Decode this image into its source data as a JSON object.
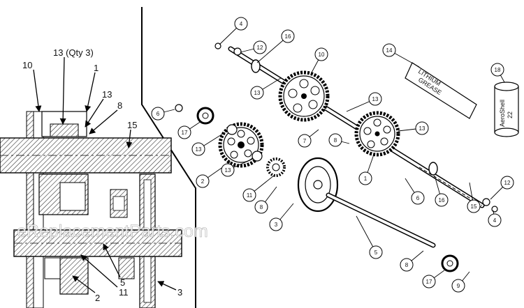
{
  "watermark": "eReplacementParts.com",
  "section_view": {
    "callouts": [
      {
        "id": "cv-10",
        "text": "10"
      },
      {
        "id": "cv-13q",
        "text": "13 (Qty 3)"
      },
      {
        "id": "cv-1",
        "text": "1"
      },
      {
        "id": "cv-13",
        "text": "13"
      },
      {
        "id": "cv-8",
        "text": "8"
      },
      {
        "id": "cv-15",
        "text": "15"
      },
      {
        "id": "cv-5",
        "text": "5"
      },
      {
        "id": "cv-11",
        "text": "11"
      },
      {
        "id": "cv-2",
        "text": "2"
      },
      {
        "id": "cv-3",
        "text": "3"
      }
    ]
  },
  "exploded_view": {
    "bubbles": [
      {
        "id": "b4a",
        "text": "4"
      },
      {
        "id": "b12a",
        "text": "12"
      },
      {
        "id": "b16a",
        "text": "16"
      },
      {
        "id": "b10",
        "text": "10"
      },
      {
        "id": "b14",
        "text": "14"
      },
      {
        "id": "b18",
        "text": "18"
      },
      {
        "id": "b13a",
        "text": "13"
      },
      {
        "id": "b13b",
        "text": "13"
      },
      {
        "id": "b6a",
        "text": "6"
      },
      {
        "id": "b17a",
        "text": "17"
      },
      {
        "id": "b13c",
        "text": "13"
      },
      {
        "id": "b7",
        "text": "7"
      },
      {
        "id": "b8a",
        "text": "8"
      },
      {
        "id": "b13d",
        "text": "13"
      },
      {
        "id": "b2",
        "text": "2"
      },
      {
        "id": "b13e",
        "text": "13"
      },
      {
        "id": "b11",
        "text": "11"
      },
      {
        "id": "b8b",
        "text": "8"
      },
      {
        "id": "b1",
        "text": "1"
      },
      {
        "id": "b6b",
        "text": "6"
      },
      {
        "id": "b16b",
        "text": "16"
      },
      {
        "id": "b15",
        "text": "15"
      },
      {
        "id": "b12b",
        "text": "12"
      },
      {
        "id": "b4b",
        "text": "4"
      },
      {
        "id": "b3",
        "text": "3"
      },
      {
        "id": "b5",
        "text": "5"
      },
      {
        "id": "b8c",
        "text": "8"
      },
      {
        "id": "b17b",
        "text": "17"
      },
      {
        "id": "b9",
        "text": "9"
      }
    ],
    "grease_tube_text": [
      "LITHIUM",
      "GREASE"
    ],
    "can_text": [
      "AeroShell",
      "22"
    ]
  }
}
